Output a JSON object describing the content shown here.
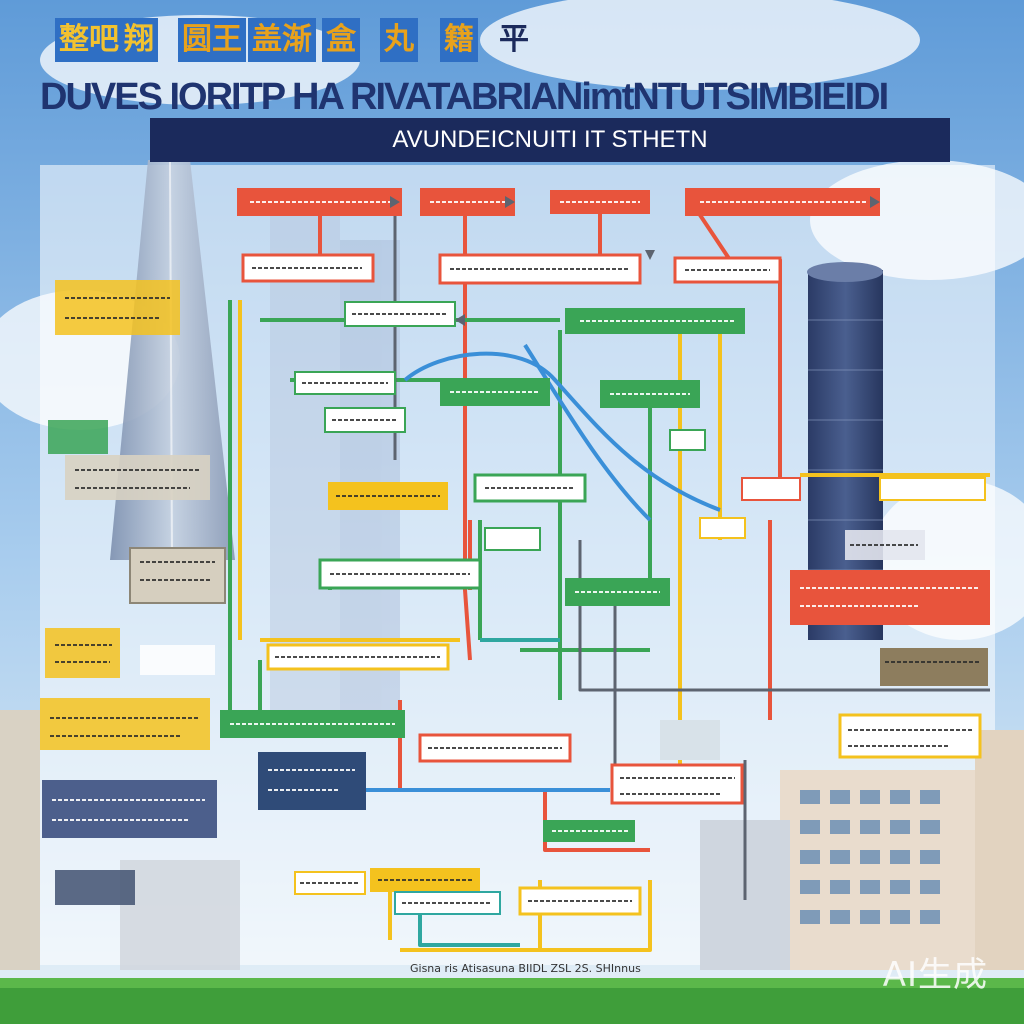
{
  "banner": {
    "title": "DUVES IORITP HA RIVATABRIANimtNTUTSIMBIEIDI",
    "subtitle": "AVUNDEICNUITI IT STHETN"
  },
  "top_glyphs": [
    {
      "text": "整吧",
      "color": "#f2c230"
    },
    {
      "text": "翔",
      "color": "#f2c230"
    },
    {
      "text": "圆王",
      "color": "#e8a21c"
    },
    {
      "text": "盖渐",
      "color": "#e8a21c"
    },
    {
      "text": "盒",
      "color": "#e8a21c"
    },
    {
      "text": "丸",
      "color": "#e8a21c"
    },
    {
      "text": "籍",
      "color": "#e8a21c"
    },
    {
      "text": "平",
      "color": "#1b2a5c"
    }
  ],
  "footer": "Gisna ris Atisasuna BIIDL ZSL 2S. SHInnus",
  "watermark": "AI生成",
  "colors": {
    "sky_top": "#5f9bd8",
    "sky_bottom": "#cfe4f6",
    "navy": "#1b2a5c",
    "red": "#e8543c",
    "green": "#3aa556",
    "yellow": "#f4c21e",
    "blue": "#3a8fd8",
    "teal": "#2fa7a0",
    "grass": "#3f9e3a"
  }
}
